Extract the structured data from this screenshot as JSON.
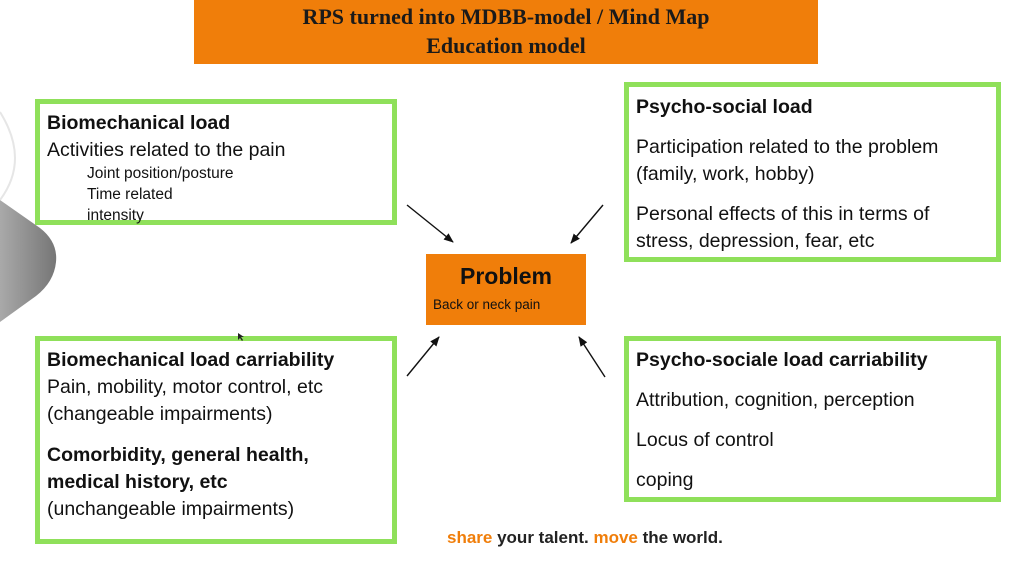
{
  "title": {
    "line1": "RPS turned into MDBB-model / Mind Map",
    "line2": "Education model"
  },
  "center": {
    "heading": "Problem",
    "subtitle": "Back or neck pain"
  },
  "boxes": {
    "top_left": {
      "heading": "Biomechanical load",
      "text": "Activities related to the pain",
      "items": [
        "Joint position/posture",
        "Time related",
        "intensity"
      ]
    },
    "top_right": {
      "heading": "Psycho-social load",
      "line1": "Participation related to the problem",
      "line2": "(family, work, hobby)",
      "line3": "Personal effects of this in terms of",
      "line4": "stress, depression, fear, etc"
    },
    "bottom_left": {
      "heading": "Biomechanical load carriability",
      "line1": "Pain, mobility, motor control, etc",
      "line2": "(changeable impairments)",
      "heading2_line1": "Comorbidity, general health,",
      "heading2_line2": "medical history, etc",
      "line3": "(unchangeable impairments)"
    },
    "bottom_right": {
      "heading": "Psycho-sociale load carriability",
      "items": [
        "Attribution, cognition, perception",
        "Locus of control",
        "coping"
      ]
    }
  },
  "footer": {
    "word1": "share",
    "word2": " your talent. ",
    "word3": "move",
    "word4": " the world."
  },
  "colors": {
    "orange": "#f07e0a",
    "green_border": "#8fe05a"
  },
  "icons": [
    "arrow-icon",
    "cursor-icon"
  ]
}
